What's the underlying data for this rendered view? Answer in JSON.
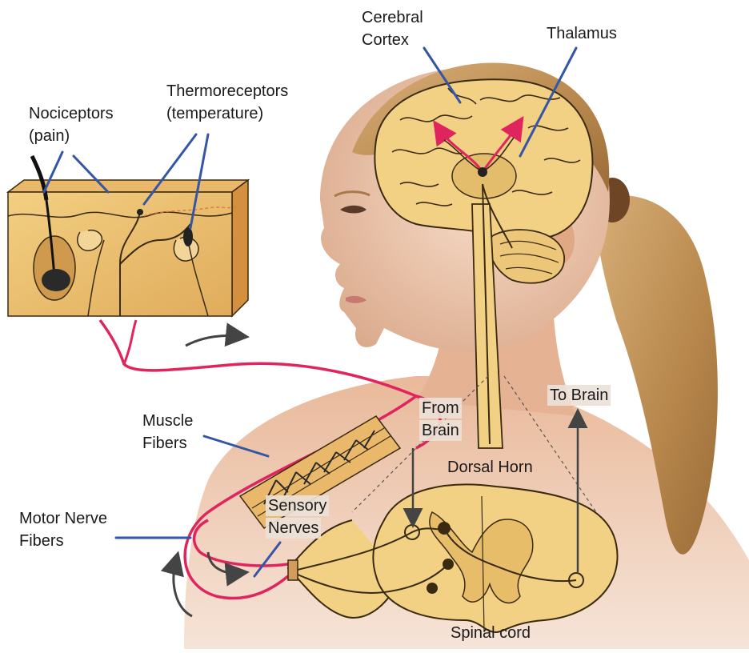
{
  "labels": {
    "cerebral_cortex": [
      "Cerebral",
      "Cortex"
    ],
    "thalamus": "Thalamus",
    "nociceptors": [
      "Nociceptors",
      "(pain)"
    ],
    "thermoreceptors": [
      "Thermoreceptors",
      "(temperature)"
    ],
    "muscle_fibers": [
      "Muscle",
      "Fibers"
    ],
    "from_brain": [
      "From",
      "Brain"
    ],
    "to_brain": "To Brain",
    "dorsal_horn": "Dorsal Horn",
    "motor_nerve_fibers": [
      "Motor Nerve",
      "Fibers"
    ],
    "sensory_nerves": [
      "Sensory",
      "Nerves"
    ],
    "spinal_cord": "Spinal cord"
  },
  "colors": {
    "leader_line": "#3456a4",
    "pain_pathway": "#e0245e",
    "neural_tissue": "#f2d185",
    "tissue_outline": "#3a2a10",
    "skin": "#f1c9ad",
    "hair": "#c99a5a",
    "arrow": "#444444"
  }
}
